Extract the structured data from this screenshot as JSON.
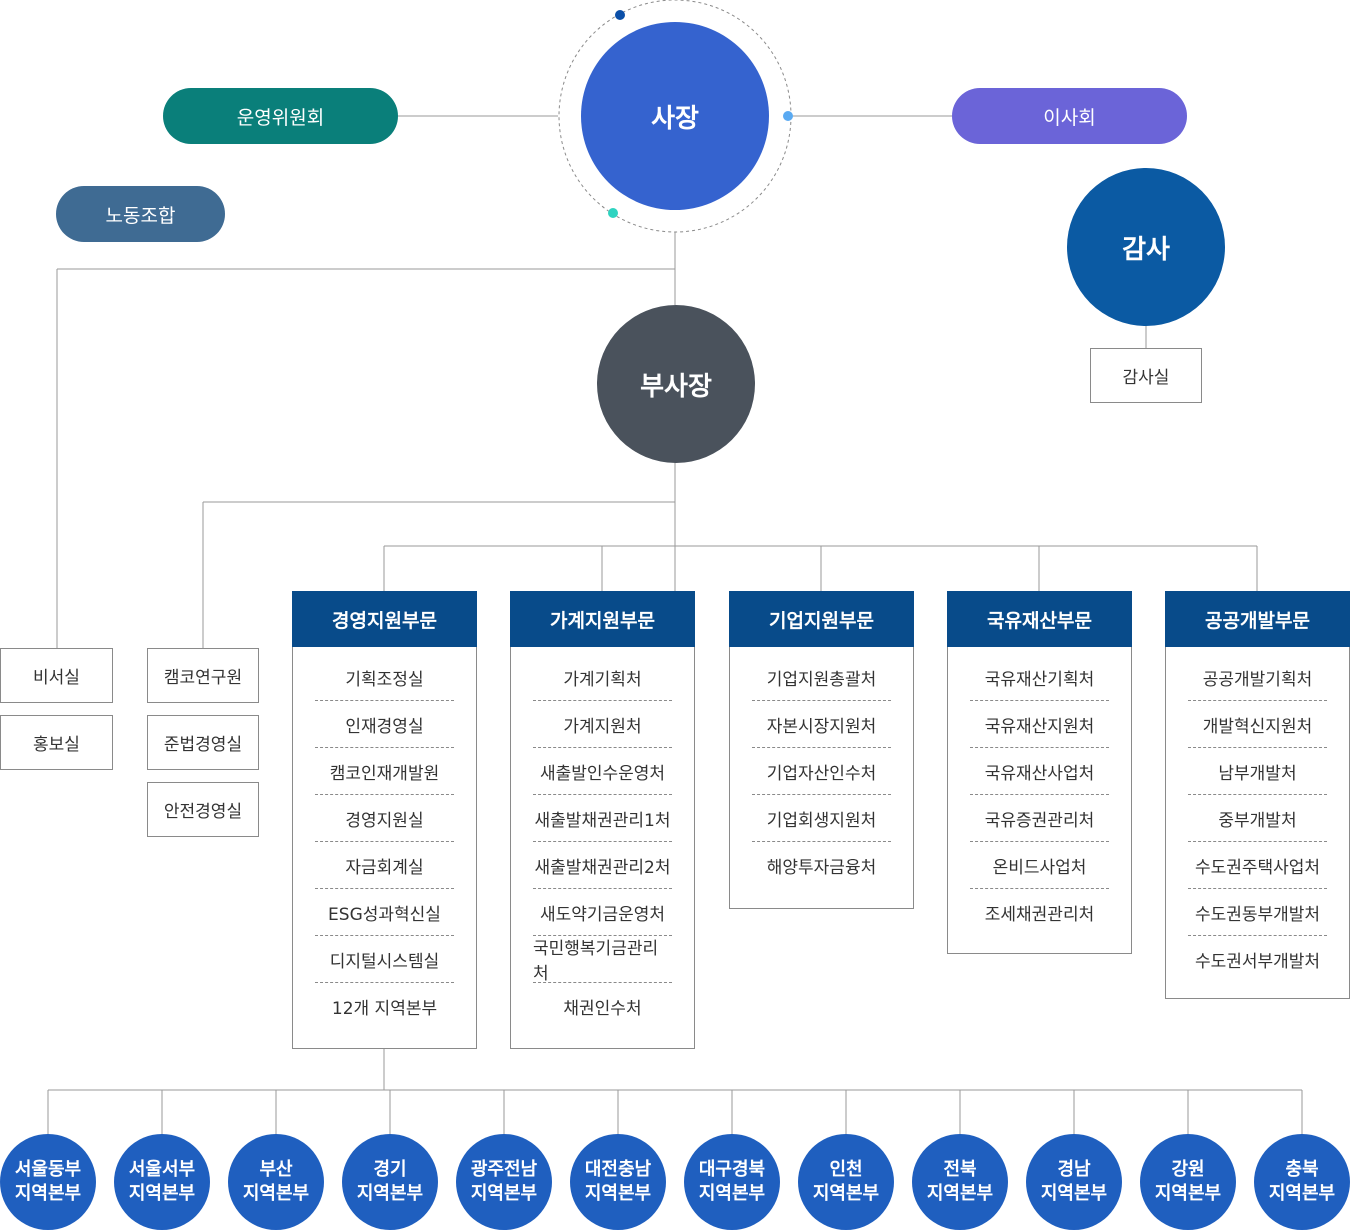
{
  "top": {
    "president": "사장",
    "operating_committee": "운영위원회",
    "board": "이사회",
    "labor_union": "노동조합",
    "auditor": "감사",
    "audit_office": "감사실",
    "vice_president": "부사장"
  },
  "staff_left": [
    "비서실",
    "홍보실"
  ],
  "staff_mid": [
    "캠코연구원",
    "준법경영실",
    "안전경영실"
  ],
  "divisions": [
    {
      "name": "경영지원부문",
      "items": [
        "기획조정실",
        "인재경영실",
        "캠코인재개발원",
        "경영지원실",
        "자금회계실",
        "ESG성과혁신실",
        "디지털시스템실",
        "12개 지역본부"
      ]
    },
    {
      "name": "가계지원부문",
      "items": [
        "가계기획처",
        "가계지원처",
        "새출발인수운영처",
        "새출발채권관리1처",
        "새출발채권관리2처",
        "새도약기금운영처",
        "국민행복기금관리처",
        "채권인수처"
      ]
    },
    {
      "name": "기업지원부문",
      "items": [
        "기업지원총괄처",
        "자본시장지원처",
        "기업자산인수처",
        "기업회생지원처",
        "해양투자금융처"
      ]
    },
    {
      "name": "국유재산부문",
      "items": [
        "국유재산기획처",
        "국유재산지원처",
        "국유재산사업처",
        "국유증권관리처",
        "온비드사업처",
        "조세채권관리처"
      ]
    },
    {
      "name": "공공개발부문",
      "items": [
        "공공개발기획처",
        "개발혁신지원처",
        "남부개발처",
        "중부개발처",
        "수도권주택사업처",
        "수도권동부개발처",
        "수도권서부개발처"
      ]
    }
  ],
  "regions": [
    {
      "line1": "서울동부",
      "line2": "지역본부"
    },
    {
      "line1": "서울서부",
      "line2": "지역본부"
    },
    {
      "line1": "부산",
      "line2": "지역본부"
    },
    {
      "line1": "경기",
      "line2": "지역본부"
    },
    {
      "line1": "광주전남",
      "line2": "지역본부"
    },
    {
      "line1": "대전충남",
      "line2": "지역본부"
    },
    {
      "line1": "대구경북",
      "line2": "지역본부"
    },
    {
      "line1": "인천",
      "line2": "지역본부"
    },
    {
      "line1": "전북",
      "line2": "지역본부"
    },
    {
      "line1": "경남",
      "line2": "지역본부"
    },
    {
      "line1": "강원",
      "line2": "지역본부"
    },
    {
      "line1": "충북",
      "line2": "지역본부"
    }
  ],
  "colors": {
    "president": "#3563cf",
    "operating_committee": "#0a7f7a",
    "board": "#6b64d8",
    "labor_union": "#3f6b93",
    "auditor": "#0b5aa3",
    "vice_president": "#4a525c",
    "division_header": "#084b8a",
    "region": "#1f5fbf"
  }
}
